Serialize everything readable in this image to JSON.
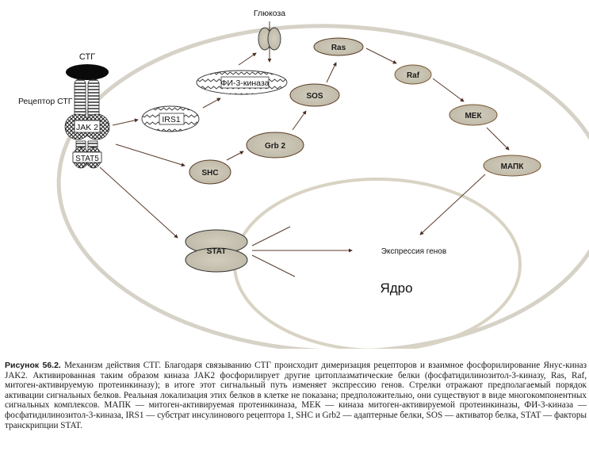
{
  "figure": {
    "labels": {
      "ligand": "СТГ",
      "receptor": "Рецептор СТГ",
      "glucose": "Глюкоза",
      "gene_expression": "Экспрессия генов",
      "nucleus": "Ядро"
    },
    "nodes": {
      "jak2": "JAK 2",
      "stat5": "STAT5",
      "irs1": "IRS1",
      "pi3k": "ФИ-3-киназа",
      "shc": "SHC",
      "grb2": "Grb 2",
      "sos": "SOS",
      "ras": "Ras",
      "raf": "Raf",
      "mek": "МЕК",
      "mapk": "МАПК",
      "stat": "STAT"
    },
    "colors": {
      "protein_fill": "#c9c4b4",
      "protein_stroke": "#5a3a22",
      "membrane": "#d3cfc4",
      "arrow": "#5b3b2c"
    }
  },
  "caption": {
    "figure_number": "Рисунок 56.2.",
    "text": " Механизм действия СТГ. Благодаря связыванию СТГ происходит димеризация рецепторов и взаимное фосфорилирование Янус-киназ JAK2. Активированная таким образом киназа JAK2 фосфорилирует другие цитоплазматические белки (фосфатидилинозитол-3-киназу, Ras, Raf, митоген-активируемую протеинкиназу); в итоге этот сигнальный путь изменяет экспрессию генов. Стрелки отражают предполагаемый порядок активации сигнальных белков. Реальная локализация этих белков в клетке не показана; предположительно, они существуют в виде многокомпонентных сигнальных комплексов. МАПК — митоген-активируемая протеинкиназа, МЕК — киназа митоген-активируемой протеинкиназы, ФИ-3-киназа — фосфатидилинозитол-3-киназа, IRS1 — субстрат инсулинового рецептора 1, SHC и Grb2 — адаптерные белки, SOS — активатор белка, STAT — факторы транскрипции STAT."
  }
}
